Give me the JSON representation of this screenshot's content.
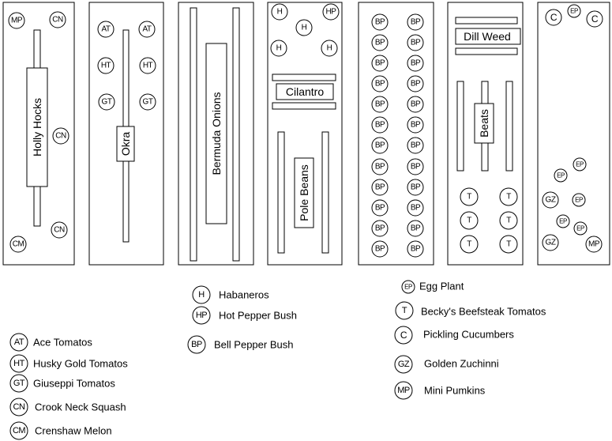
{
  "beds": {
    "bed1": {
      "label": "Holly Hocks",
      "plants": [
        "MP",
        "CN",
        "CN",
        "CN",
        "CM"
      ]
    },
    "bed2": {
      "label": "Okra",
      "plants": [
        "AT",
        "AT",
        "HT",
        "HT",
        "GT",
        "GT"
      ]
    },
    "bed3": {
      "label": "Bermuda Onions"
    },
    "bed4": {
      "label_top": "Cilantro",
      "label_bottom": "Pole Beans",
      "plants": [
        "H",
        "HP",
        "H",
        "H",
        "H"
      ]
    },
    "bed5": {
      "plants": [
        "BP",
        "BP",
        "BP",
        "BP",
        "BP",
        "BP",
        "BP",
        "BP",
        "BP",
        "BP",
        "BP",
        "BP",
        "BP",
        "BP",
        "BP",
        "BP",
        "BP",
        "BP",
        "BP",
        "BP",
        "BP",
        "BP",
        "BP",
        "BP"
      ]
    },
    "bed6": {
      "label_top": "Dill Weed",
      "label_bottom": "Beats",
      "plants": [
        "T",
        "T",
        "T",
        "T",
        "T",
        "T"
      ]
    },
    "bed7": {
      "plants": [
        "C",
        "EP",
        "C",
        "EP",
        "EP",
        "GZ",
        "EP",
        "EP",
        "EP",
        "GZ",
        "MP"
      ]
    }
  },
  "legend": [
    {
      "code": "AT",
      "name": "Ace Tomatos"
    },
    {
      "code": "HT",
      "name": "Husky Gold Tomatos"
    },
    {
      "code": "GT",
      "name": "Giuseppi Tomatos"
    },
    {
      "code": "CN",
      "name": "Crook Neck Squash"
    },
    {
      "code": "CM",
      "name": "Crenshaw Melon"
    },
    {
      "code": "H",
      "name": "Habaneros"
    },
    {
      "code": "HP",
      "name": "Hot Pepper Bush"
    },
    {
      "code": "BP",
      "name": "Bell Pepper Bush"
    },
    {
      "code": "EP",
      "name": "Egg Plant"
    },
    {
      "code": "T",
      "name": "Becky's Beefsteak Tomatos"
    },
    {
      "code": "C",
      "name": "Pickling Cucumbers"
    },
    {
      "code": "GZ",
      "name": "Golden Zuchinni"
    },
    {
      "code": "MP",
      "name": "Mini Pumkins"
    }
  ]
}
